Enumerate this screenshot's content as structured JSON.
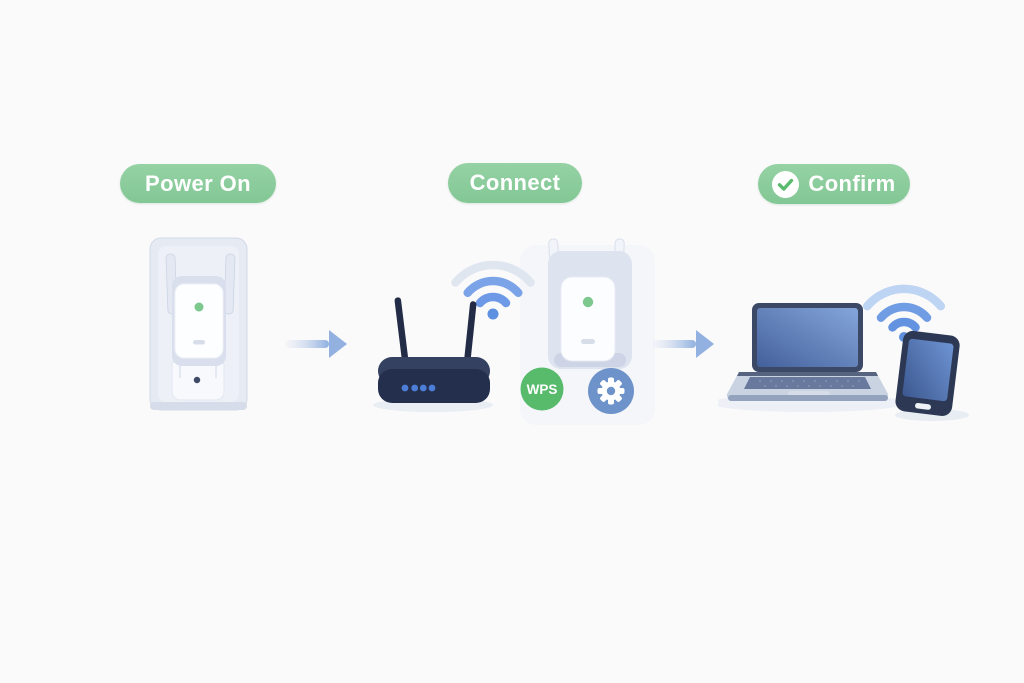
{
  "background_color": "#fbfafb",
  "steps": [
    {
      "label": "Power On"
    },
    {
      "label": "Connect"
    },
    {
      "label": "Confirm"
    }
  ],
  "extender": {
    "wps_label": "WPS"
  },
  "colors": {
    "badge_green": "#8bcc9d",
    "badge_text": "#ffffff",
    "wps_circle_green": "#58ba6b",
    "gear_circle_blue": "#6e92ca",
    "wifi_blue": "#6f9ce2",
    "wifi_light_arc": "#e0e6f0",
    "router_navy": "#2a3655",
    "router_led_blue": "#4c7ed8",
    "status_led_green": "#7cc88d",
    "arrow_blue": "#8fb0e0",
    "device_screen_blue": "#5b7fc0",
    "check_green": "#5abb6e"
  },
  "icons": {
    "check": {
      "glyph": "✓"
    },
    "gear": {
      "glyph": "⚙"
    },
    "wifi": {
      "glyph": "📶"
    },
    "arrow_right": {
      "glyph": "→"
    }
  }
}
